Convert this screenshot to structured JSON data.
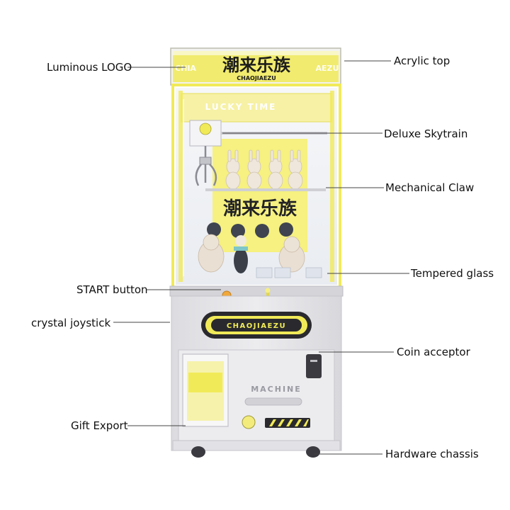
{
  "colors": {
    "accent": "#f1ea58",
    "body": "#e7e7e9",
    "frame": "#d9d9dc",
    "dark": "#2a2a2e",
    "line": "#444444"
  },
  "machine": {
    "logo_main": "潮来乐族",
    "logo_sub": "CHAOJIAEZU",
    "lucky_time": "LUCKY TIME",
    "mid_banner": "潮来乐族",
    "panel_badge": "CHAOJIAEZU",
    "machine_text": "MACHINE"
  },
  "callouts": {
    "luminous_logo": "Luminous LOGO",
    "acrylic_top": "Acrylic top",
    "deluxe_skytrain": "Deluxe Skytrain",
    "mechanical_claw": "Mechanical Claw",
    "tempered_glass": "Tempered glass",
    "start_button": "START button",
    "crystal_joystick": "crystal joystick",
    "coin_acceptor": "Coin acceptor",
    "gift_export": "Gift Export",
    "hardware_chassis": "Hardware chassis"
  }
}
